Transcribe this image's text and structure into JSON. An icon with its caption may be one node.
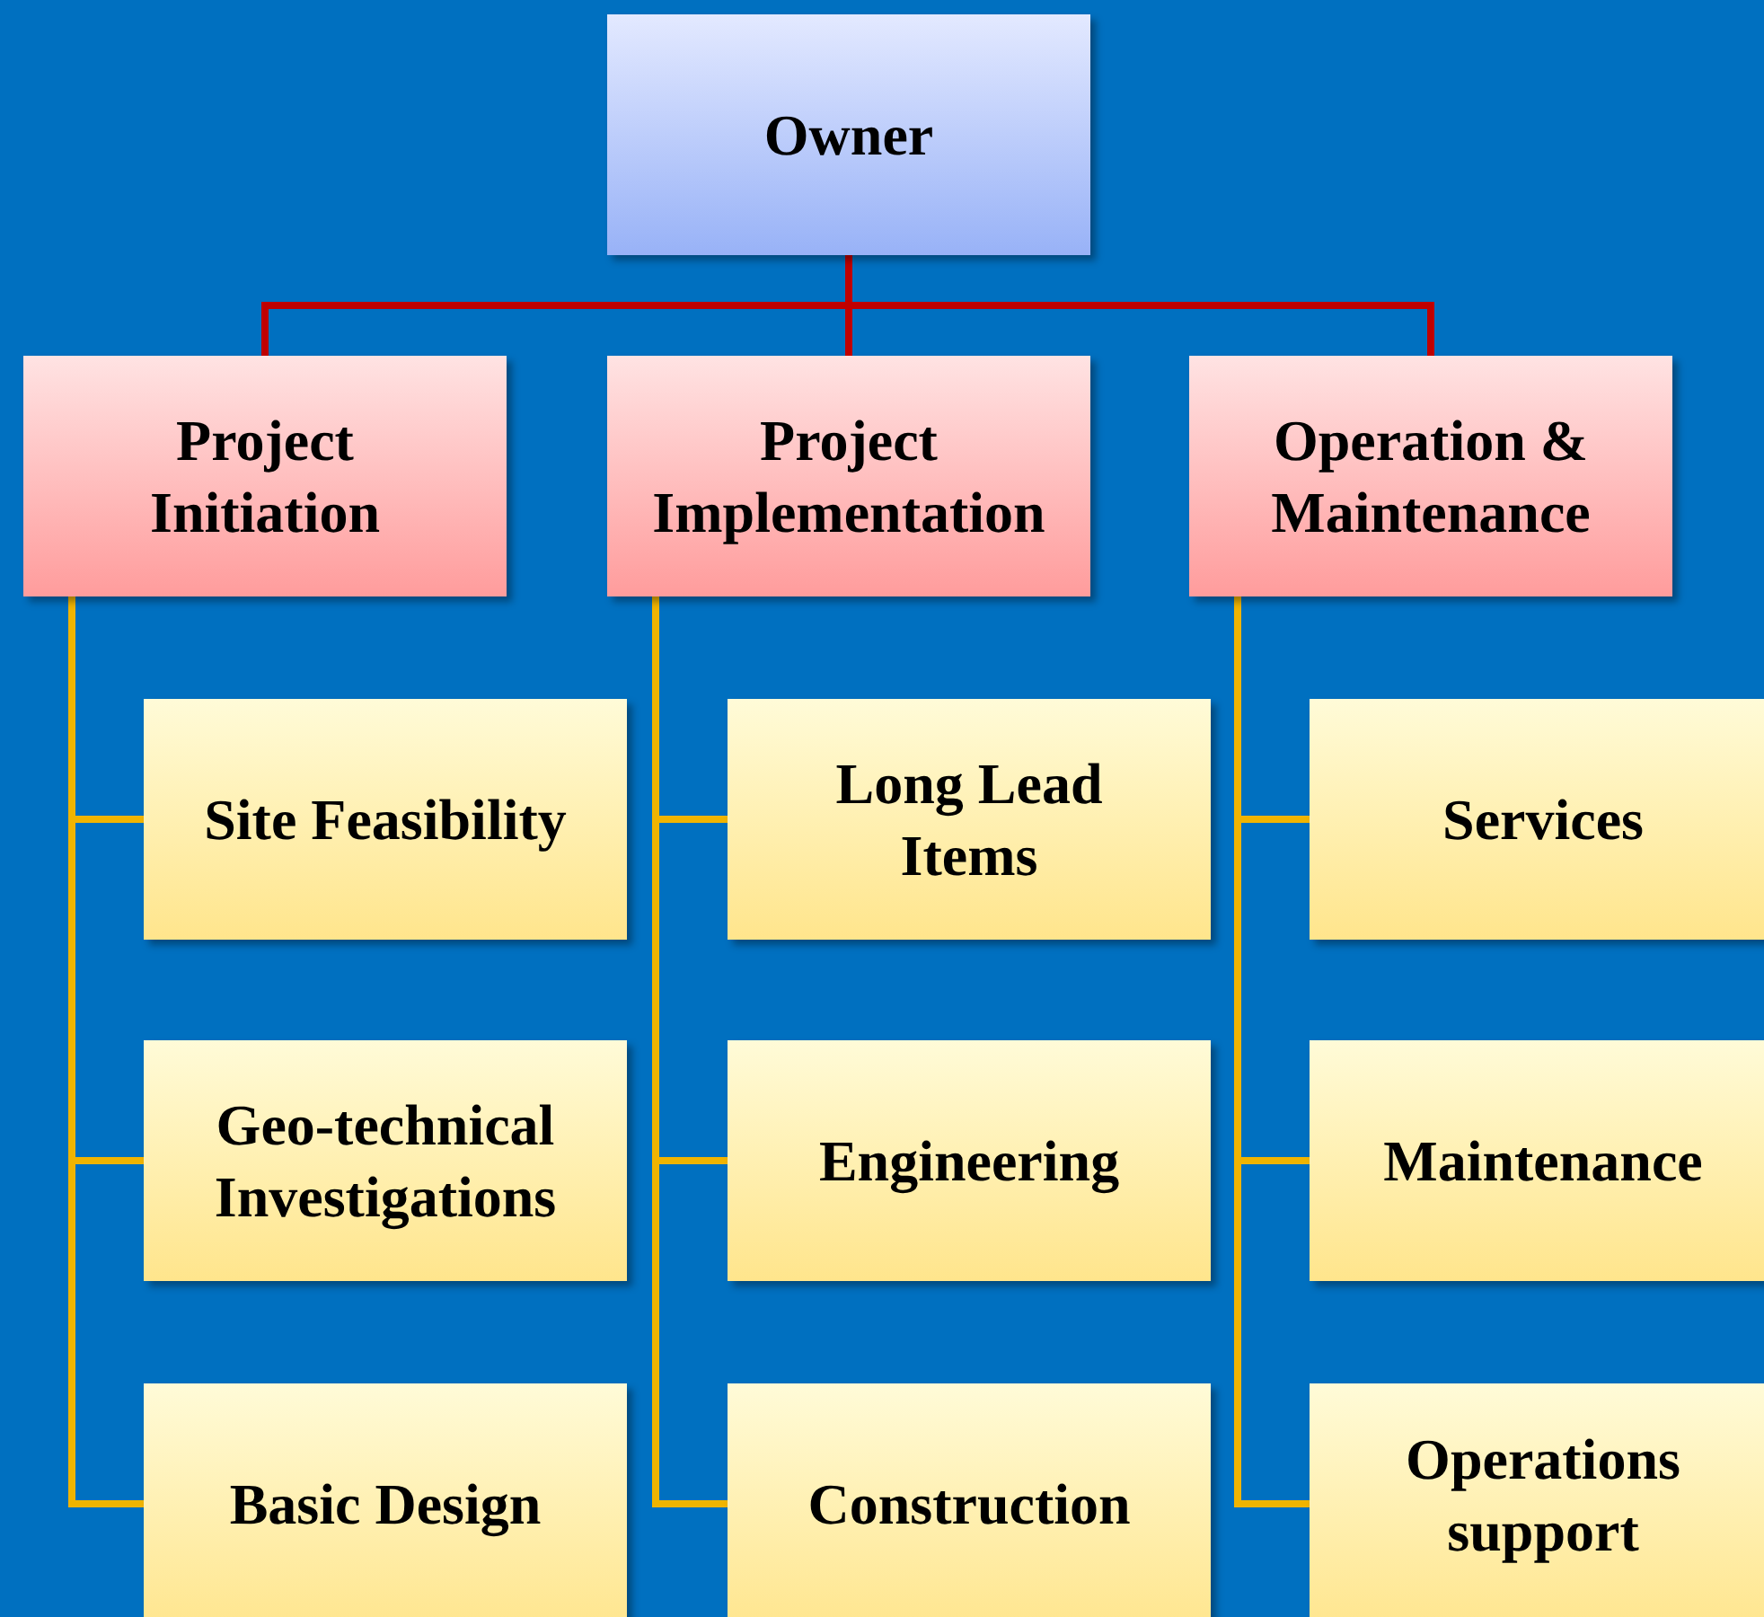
{
  "diagram": {
    "nodes": [
      {
        "text": [
          "Owner"
        ]
      },
      {
        "text": [
          "Project Initiation"
        ]
      },
      {
        "text": [
          "Project Implementation"
        ]
      },
      {
        "text": [
          "Operation & Maintenance"
        ]
      },
      {
        "text": [
          "Site Feasibility"
        ]
      },
      {
        "text": [
          "Geo-technical Investigations"
        ]
      },
      {
        "text": [
          "Basic Design"
        ]
      },
      {
        "text": [
          "Long Lead Items"
        ]
      },
      {
        "text": [
          "Engineering"
        ]
      },
      {
        "text": [
          "Construction"
        ]
      },
      {
        "text": [
          "Services"
        ]
      },
      {
        "text": [
          "Maintenance"
        ]
      },
      {
        "text": [
          "Operations support"
        ]
      }
    ],
    "edges": [
      {
        "from": 0,
        "to": 1,
        "arrow": "none",
        "color": "#c00000"
      },
      {
        "from": 0,
        "to": 2,
        "arrow": "none",
        "color": "#c00000"
      },
      {
        "from": 0,
        "to": 3,
        "arrow": "none",
        "color": "#c00000"
      },
      {
        "from": 1,
        "to": 4,
        "arrow": "none"
      },
      {
        "from": 1,
        "to": 5,
        "arrow": "none"
      },
      {
        "from": 1,
        "to": 6,
        "arrow": "none"
      },
      {
        "from": 2,
        "to": 7,
        "arrow": "none"
      },
      {
        "from": 2,
        "to": 8,
        "arrow": "none"
      },
      {
        "from": 2,
        "to": 9,
        "arrow": "none"
      },
      {
        "from": 3,
        "to": 10,
        "arrow": "none"
      },
      {
        "from": 3,
        "to": 11,
        "arrow": "none"
      },
      {
        "from": 3,
        "to": 12,
        "arrow": "none"
      }
    ]
  }
}
